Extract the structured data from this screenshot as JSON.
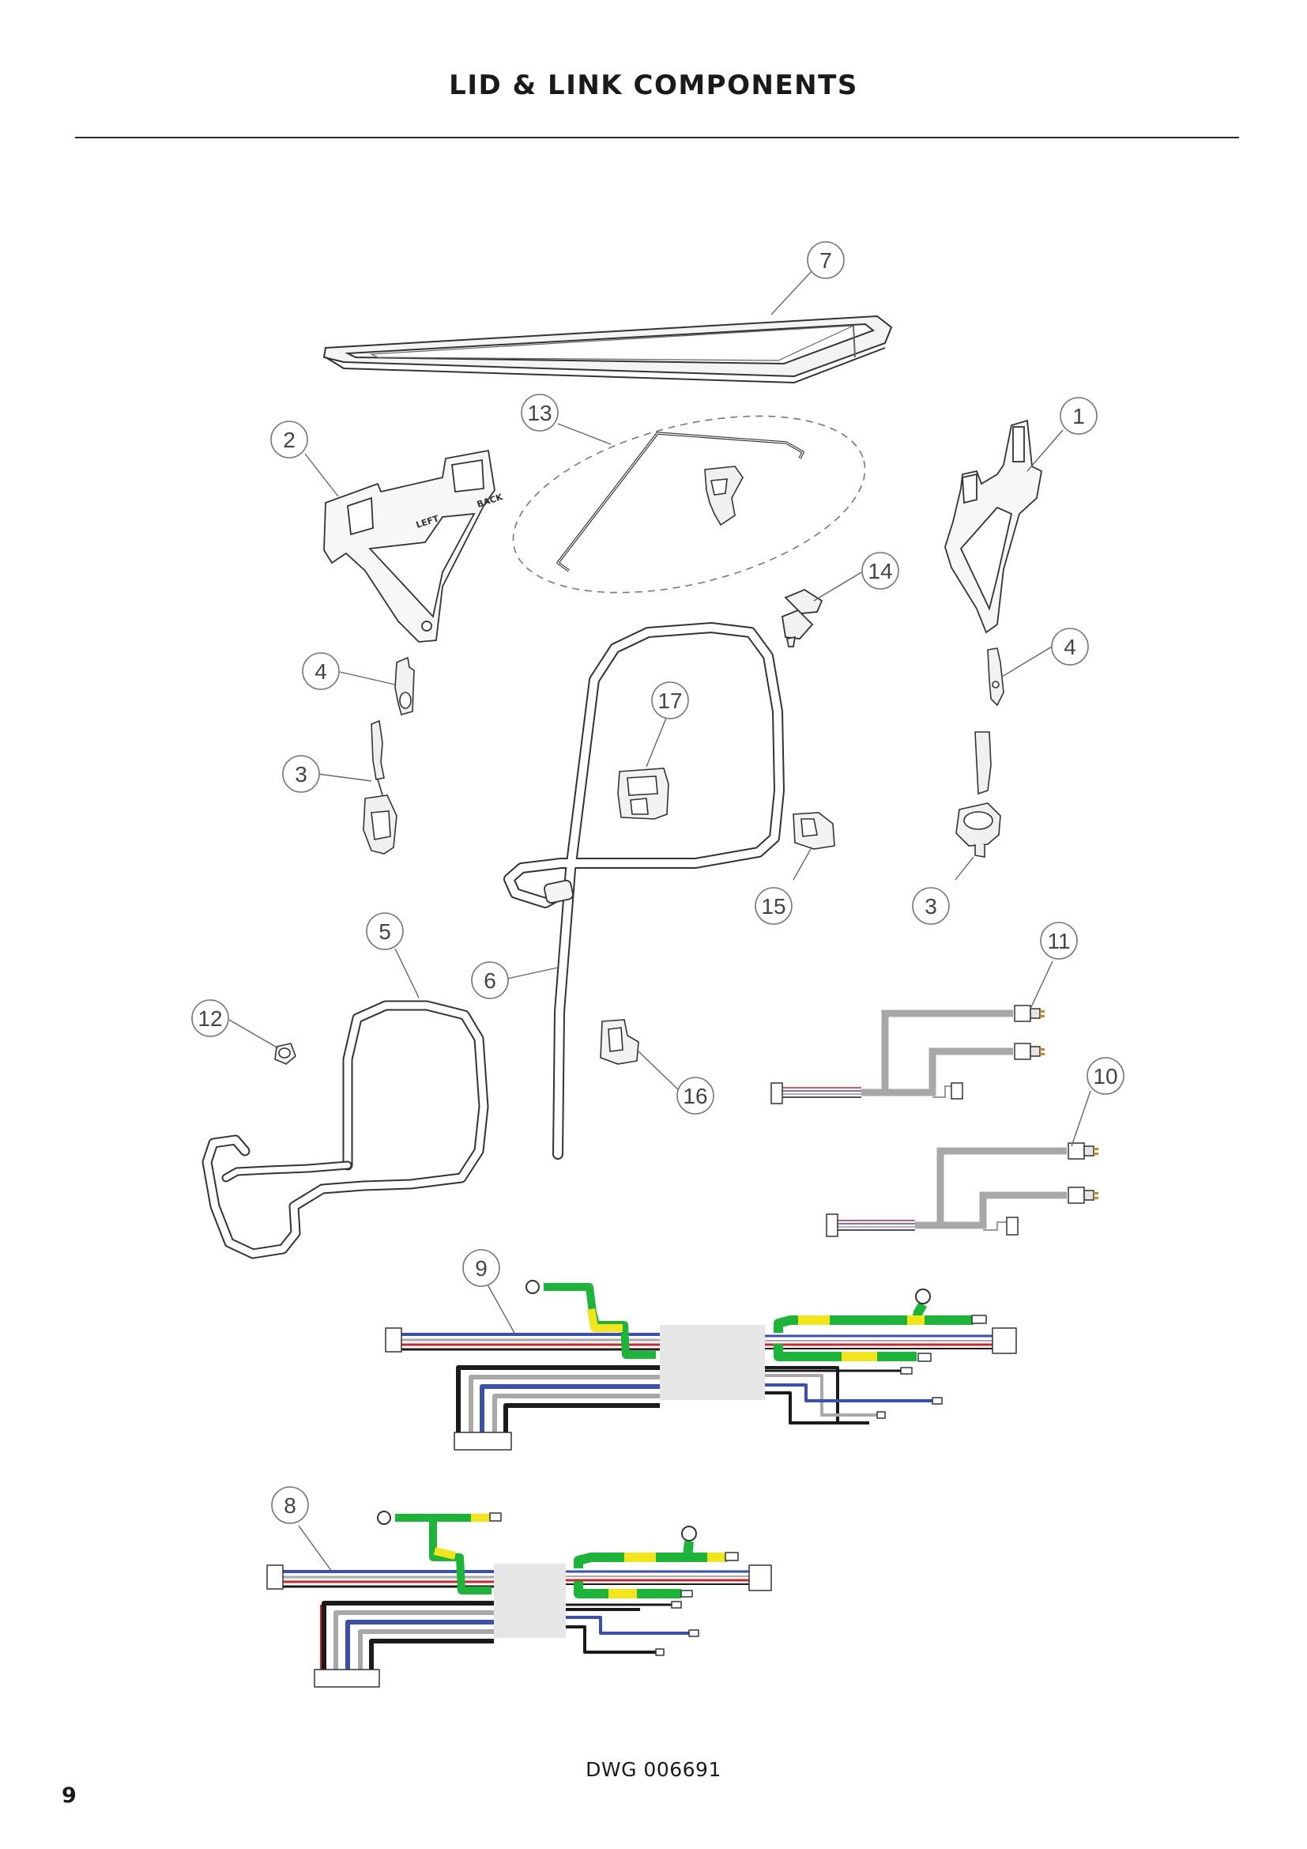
{
  "page": {
    "title": "LID & LINK COMPONENTS",
    "drawing_number": "DWG 006691",
    "page_number": "9"
  },
  "callouts": [
    {
      "id": "7",
      "label": "7"
    },
    {
      "id": "13",
      "label": "13"
    },
    {
      "id": "2",
      "label": "2"
    },
    {
      "id": "1",
      "label": "1"
    },
    {
      "id": "14",
      "label": "14"
    },
    {
      "id": "4a",
      "label": "4"
    },
    {
      "id": "4b",
      "label": "4"
    },
    {
      "id": "17",
      "label": "17"
    },
    {
      "id": "3a",
      "label": "3"
    },
    {
      "id": "15",
      "label": "15"
    },
    {
      "id": "3b",
      "label": "3"
    },
    {
      "id": "5",
      "label": "5"
    },
    {
      "id": "11",
      "label": "11"
    },
    {
      "id": "6",
      "label": "6"
    },
    {
      "id": "12",
      "label": "12"
    },
    {
      "id": "10",
      "label": "10"
    },
    {
      "id": "16",
      "label": "16"
    },
    {
      "id": "9",
      "label": "9"
    },
    {
      "id": "8",
      "label": "8"
    }
  ],
  "part_markings": {
    "left_bracket_left": "LEFT",
    "left_bracket_back": "BACK"
  },
  "colors": {
    "wire_green": "#1db43a",
    "wire_yellow": "#f2e51a",
    "wire_blue": "#3a4fb0",
    "wire_red": "#d2232a",
    "wire_black": "#1a1a1a",
    "wire_grey": "#a8a8a8",
    "junction_box": "#e6e6e6"
  }
}
